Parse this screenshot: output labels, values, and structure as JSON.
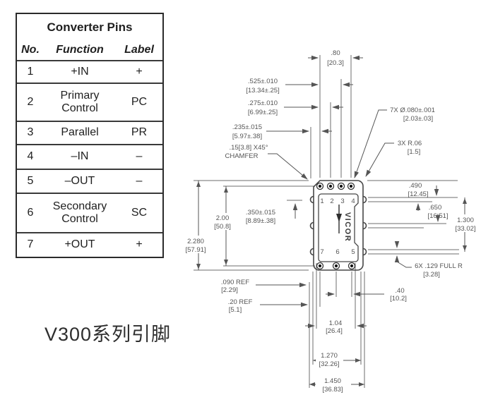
{
  "table": {
    "title": "Converter Pins",
    "headers": [
      "No.",
      "Function",
      "Label"
    ],
    "rows": [
      {
        "no": "1",
        "function": "+IN",
        "label": "+"
      },
      {
        "no": "2",
        "function": "Primary Control",
        "label": "PC"
      },
      {
        "no": "3",
        "function": "Parallel",
        "label": "PR"
      },
      {
        "no": "4",
        "function": "–IN",
        "label": "–"
      },
      {
        "no": "5",
        "function": "–OUT",
        "label": "–"
      },
      {
        "no": "6",
        "function": "Secondary Control",
        "label": "SC"
      },
      {
        "no": "7",
        "function": "+OUT",
        "label": "+"
      }
    ]
  },
  "caption": "V300系列引脚",
  "drawing": {
    "brand": "VICOR",
    "pins_top": [
      "1",
      "2",
      "3",
      "4"
    ],
    "pins_bottom": [
      "7",
      "6",
      "5"
    ],
    "dims": {
      "d80": {
        "in": ".80",
        "mm": "[20.3]"
      },
      "d525": {
        "in": ".525±.010",
        "mm": "[13.34±.25]"
      },
      "d275": {
        "in": ".275±.010",
        "mm": "[6.99±.25]"
      },
      "d235": {
        "in": ".235±.015",
        "mm": "[5.97±.38]"
      },
      "chamfer": {
        "in": ".15[3.8] X45°",
        "mm": "CHAMFER"
      },
      "holes": {
        "in": "7X Ø.080±.001",
        "mm": "[2.03±.03]"
      },
      "radius": {
        "in": "3X  R.06",
        "mm": "[1.5]"
      },
      "d490": {
        "in": ".490",
        "mm": "[12.45]"
      },
      "d650": {
        "in": ".650",
        "mm": "[16.51]"
      },
      "d1300": {
        "in": "1.300",
        "mm": "[33.02]"
      },
      "slots": {
        "in": "6X  .129  FULL R",
        "mm": "[3.28]"
      },
      "d2280": {
        "in": "2.280",
        "mm": "[57.91]"
      },
      "d200": {
        "in": "2.00",
        "mm": "[50.8]"
      },
      "d350": {
        "in": ".350±.015",
        "mm": "[8.89±.38]"
      },
      "d090": {
        "in": ".090  REF",
        "mm": "[2.29]"
      },
      "d20": {
        "in": ".20  REF",
        "mm": "[5.1]"
      },
      "d40": {
        "in": ".40",
        "mm": "[10.2]"
      },
      "d104": {
        "in": "1.04",
        "mm": "[26.4]"
      },
      "d1270": {
        "in": "1.270",
        "mm": "[32.26]"
      },
      "d1450": {
        "in": "1.450",
        "mm": "[36.83]"
      }
    }
  }
}
